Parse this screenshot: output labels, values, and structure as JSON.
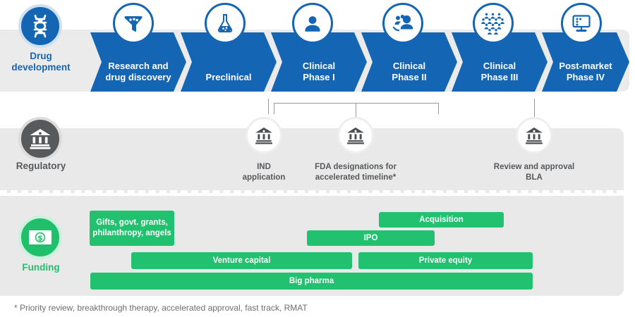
{
  "rows": {
    "drug_development": {
      "label": "Drug\ndevelopment",
      "label_line1": "Drug",
      "label_line2": "development",
      "icon": "dna-icon",
      "color": "#1565b5",
      "steps": [
        {
          "line1": "Research and",
          "line2": "drug discovery",
          "icon": "funnel-icon"
        },
        {
          "line1": "Preclinical",
          "line2": "",
          "icon": "flask-icon"
        },
        {
          "line1": "Clinical",
          "line2": "Phase I",
          "icon": "person-icon"
        },
        {
          "line1": "Clinical",
          "line2": "Phase II",
          "icon": "people-group-icon"
        },
        {
          "line1": "Clinical",
          "line2": "Phase III",
          "icon": "people-crowd-icon"
        },
        {
          "line1": "Post-market",
          "line2": "Phase IV",
          "icon": "monitor-icon"
        }
      ]
    },
    "regulatory": {
      "label_line1": "Regulatory",
      "label_line2": "",
      "icon": "bank-icon",
      "color": "#58595b",
      "milestones": [
        {
          "line1": "IND",
          "line2": "application",
          "icon": "bank-icon"
        },
        {
          "line1": "FDA designations for",
          "line2": "accelerated timeline*",
          "icon": "bank-icon"
        },
        {
          "line1": "Review and approval",
          "line2": "BLA",
          "icon": "bank-icon"
        }
      ]
    },
    "funding": {
      "label_line1": "Funding",
      "label_line2": "",
      "icon": "money-icon",
      "color": "#20bf6b",
      "bars": [
        {
          "label": "Gifts, govt. grants, philanthropy, angels"
        },
        {
          "label": "Acquisition"
        },
        {
          "label": "IPO"
        },
        {
          "label": "Venture capital"
        },
        {
          "label": "Private equity"
        },
        {
          "label": "Big pharma"
        }
      ]
    }
  },
  "footnote": "* Priority review, breakthrough therapy, accelerated approval, fast track, RMAT"
}
